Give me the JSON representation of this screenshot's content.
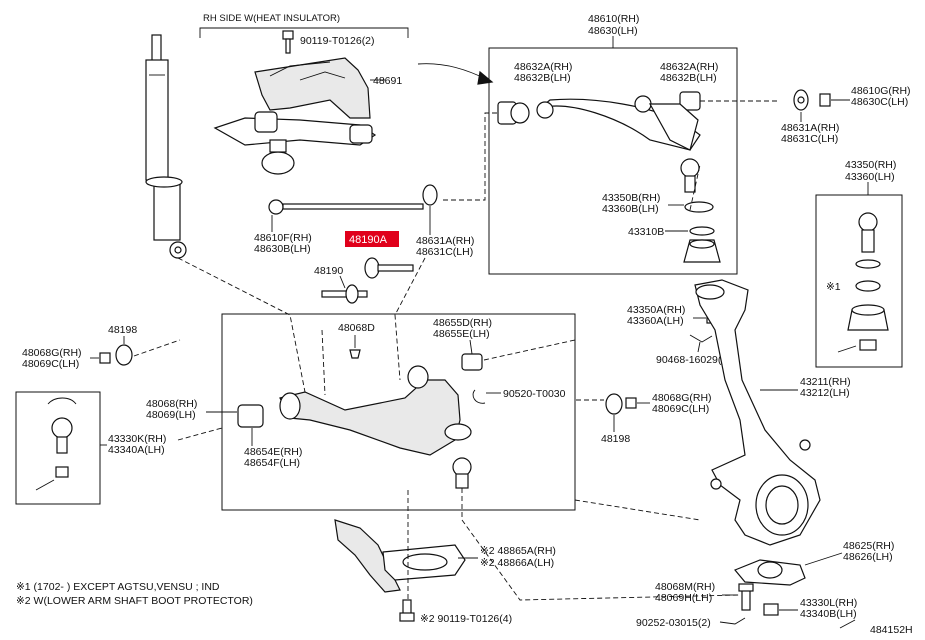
{
  "header_note": "RH SIDE W(HEAT INSULATOR)",
  "diagram_code": "484152H",
  "footnotes": {
    "note1": "※1 (1702-      ) EXCEPT AGTSU,VENSU ; IND",
    "note2": "※2 W(LOWER ARM SHAFT BOOT PROTECTOR)"
  },
  "highlight": {
    "label": "48190A",
    "color": "#e0001b"
  },
  "labels": {
    "p90119_top": "90119-T0126(2)",
    "p48691": "48691",
    "p48610_rh": "48610(RH)",
    "p48630_lh": "48630(LH)",
    "p48632a_l_rh": "48632A(RH)",
    "p48632b_l_lh": "48632B(LH)",
    "p48632a_r_rh": "48632A(RH)",
    "p48632b_r_lh": "48632B(LH)",
    "p48610g_rh": "48610G(RH)",
    "p48630c_lh": "48630C(LH)",
    "p48631a_r_rh": "48631A(RH)",
    "p48631c_r_lh": "48631C(LH)",
    "p43350b_rh": "43350B(RH)",
    "p43360b_lh": "43360B(LH)",
    "p43310b": "43310B",
    "p43350_rh": "43350(RH)",
    "p43360_lh": "43360(LH)",
    "p48610f_rh": "48610F(RH)",
    "p48630b_lh": "48630B(LH)",
    "p48631a_c_rh": "48631A(RH)",
    "p48631c_c_lh": "48631C(LH)",
    "p48190": "48190",
    "p48198_l": "48198",
    "p48068g_l_rh": "48068G(RH)",
    "p48069c_l_lh": "48069C(LH)",
    "p48068d": "48068D",
    "p48655d_rh": "48655D(RH)",
    "p48655e_lh": "48655E(LH)",
    "p90520": "90520-T0030",
    "p48068_rh": "48068(RH)",
    "p48069_lh": "48069(LH)",
    "p43330k_rh": "43330K(RH)",
    "p43340a_lh": "43340A(LH)",
    "p48654e_rh": "48654E(RH)",
    "p48654f_lh": "48654F(LH)",
    "p43350a_rh": "43350A(RH)",
    "p43360a_lh": "43360A(LH)",
    "p90468": "90468-16029(2)",
    "p48068g_r_rh": "48068G(RH)",
    "p48069c_r_lh": "48069C(LH)",
    "p48198_r": "48198",
    "p43211_rh": "43211(RH)",
    "p43212_lh": "43212(LH)",
    "p48865a_rh": "※2 48865A(RH)",
    "p48866a_lh": "※2 48866A(LH)",
    "p48625_rh": "48625(RH)",
    "p48626_lh": "48626(LH)",
    "p48068m_rh": "48068M(RH)",
    "p48069h_lh": "48069H(LH)",
    "p43330l_rh": "43330L(RH)",
    "p43340b_lh": "43340B(LH)",
    "p90252": "90252-03015(2)",
    "p90119_bot": "※2 90119-T0126(4)",
    "note_marker": "※1"
  }
}
